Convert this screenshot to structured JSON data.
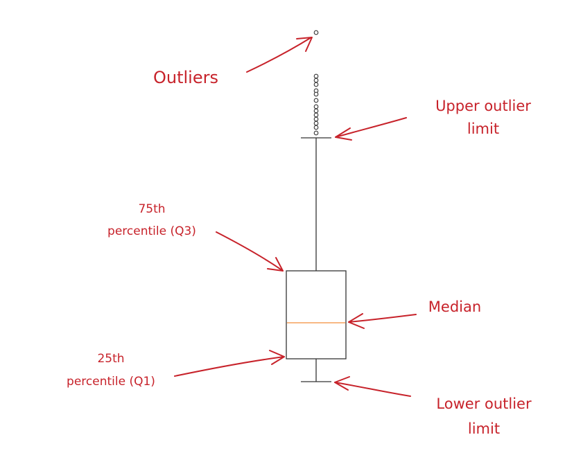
{
  "annotations": {
    "outliers": "Outliers",
    "upper_limit_line1": "Upper outlier",
    "upper_limit_line2": "limit",
    "q3_line1": "75th",
    "q3_line2": "percentile (Q3)",
    "median": "Median",
    "q1_line1": "25th",
    "q1_line2": "percentile (Q1)",
    "lower_limit_line1": "Lower outlier",
    "lower_limit_line2": "limit"
  },
  "colors": {
    "annotation": "#c7222a",
    "box": "#333333",
    "median": "#f5a05a"
  }
}
